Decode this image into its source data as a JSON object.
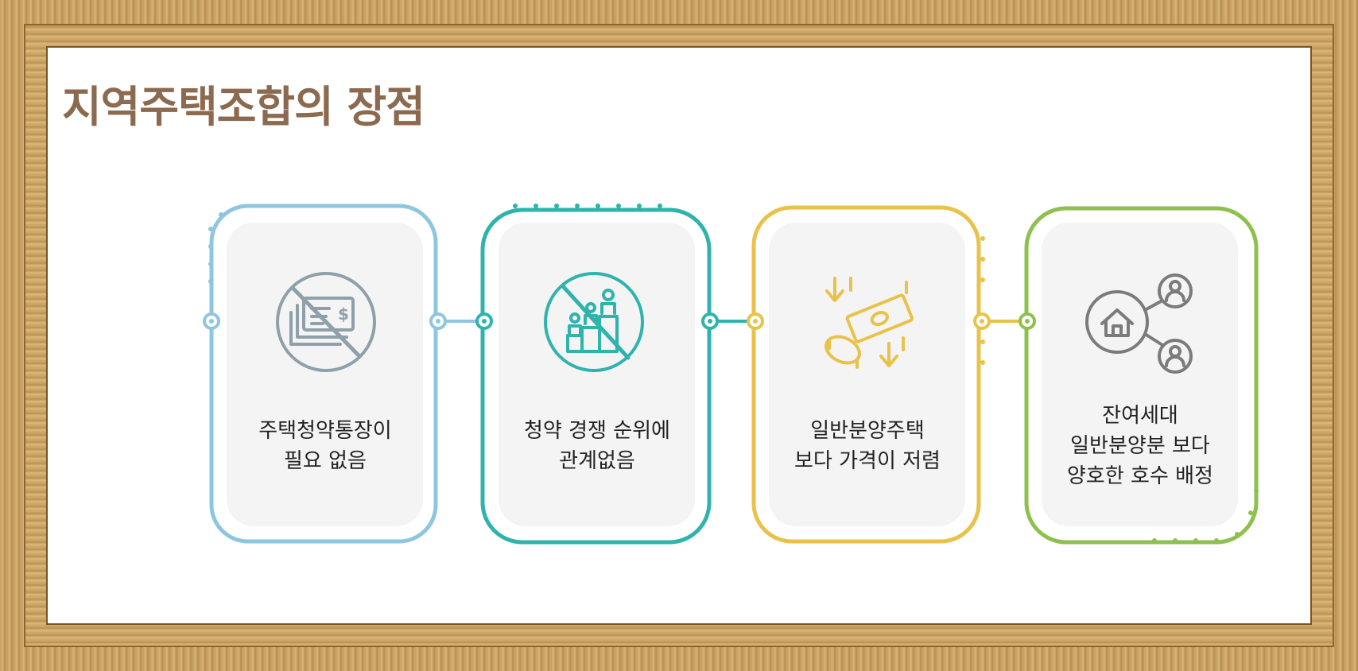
{
  "title": "지역주택조합의 장점",
  "steps": [
    {
      "label_lines": [
        "주택청약통장이",
        "필요 없음"
      ],
      "icon": "no-bankbook-icon",
      "color": "#8ec6e0"
    },
    {
      "label_lines": [
        "청약 경쟁 순위에",
        "관계없음"
      ],
      "icon": "no-ranking-icon",
      "color": "#2fb3ad"
    },
    {
      "label_lines": [
        "일반분양주택",
        "보다 가격이 저렴"
      ],
      "icon": "falling-money-icon",
      "color": "#e9c24a"
    },
    {
      "label_lines": [
        "잔여세대",
        "일반분양분 보다",
        "양호한 호수 배정"
      ],
      "icon": "house-network-icon",
      "color": "#8ec04e"
    }
  ]
}
